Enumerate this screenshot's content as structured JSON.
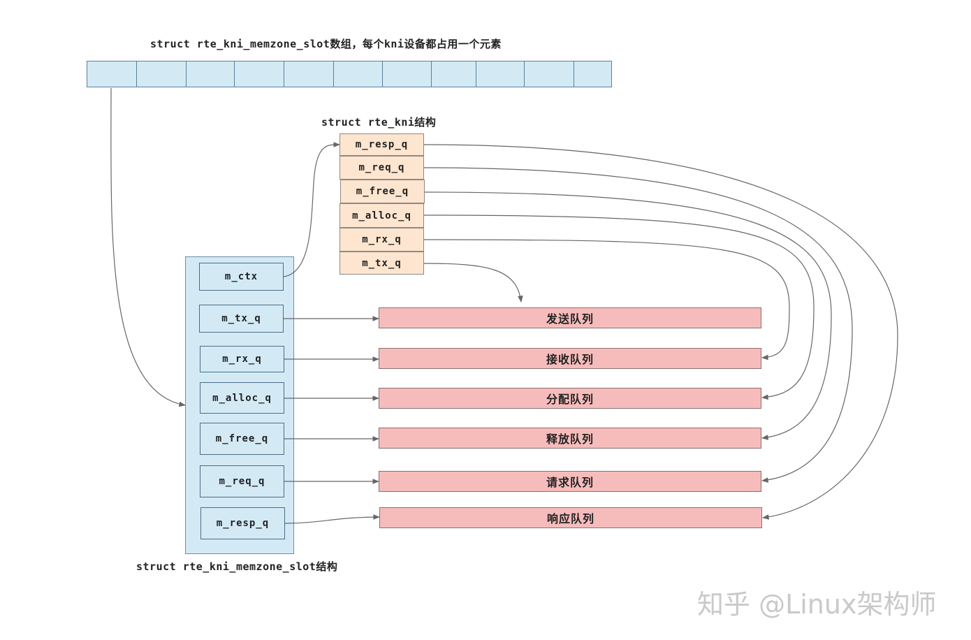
{
  "array_title": "struct rte_kni_memzone_slot数组，每个kni设备都占用一个元素",
  "kni_title": "struct rte_kni结构",
  "slot_title": "struct rte_kni_memzone_slot结构",
  "kni_fields": [
    "m_resp_q",
    "m_req_q",
    "m_free_q",
    "m_alloc_q",
    "m_rx_q",
    "m_tx_q"
  ],
  "slot_fields": [
    "m_ctx",
    "m_tx_q",
    "m_rx_q",
    "m_alloc_q",
    "m_free_q",
    "m_req_q",
    "m_resp_q"
  ],
  "queues": [
    "发送队列",
    "接收队列",
    "分配队列",
    "释放队列",
    "请求队列",
    "响应队列"
  ],
  "array_cell_count": 11,
  "watermark": "知乎 @Linux架构师",
  "colors": {
    "array_fill": "#d3eaf5",
    "kni_fill": "#fde5cf",
    "queue_fill": "#f6bcbc",
    "line": "#666666"
  }
}
